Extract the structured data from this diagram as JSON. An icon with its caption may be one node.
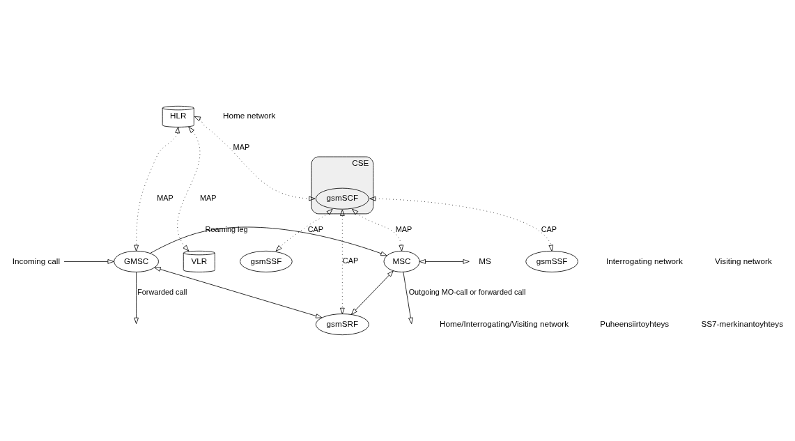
{
  "diagram": {
    "nodes": [
      {
        "text": [
          "HLR"
        ]
      },
      {
        "text": [
          "CSE"
        ]
      },
      {
        "text": [
          "gsmSCF"
        ],
        "in": 1
      },
      {
        "text": [
          "gsmSSF"
        ]
      },
      {
        "text": [
          "GMSC"
        ]
      },
      {
        "text": [
          "VLR"
        ]
      },
      {
        "text": [
          "gsmSSF"
        ]
      },
      {
        "text": [
          "MSC"
        ]
      },
      {
        "text": [
          "gsmSRF"
        ]
      },
      {
        "text": [
          "Incoming call"
        ]
      },
      {
        "text": [
          "MS"
        ]
      }
    ],
    "edges": [
      {
        "from": 0,
        "to": 2,
        "arrow": "both",
        "label": "MAP",
        "style": "dashed"
      },
      {
        "from": 0,
        "to": 5,
        "arrow": "both",
        "label": "MAP",
        "style": "dashed"
      },
      {
        "from": 2,
        "to": 3,
        "arrow": "both",
        "label": "CAP",
        "style": "dashed"
      },
      {
        "from": 0,
        "to": 4,
        "arrow": "both",
        "label": "MAP",
        "style": "dashed"
      },
      {
        "from": 2,
        "to": 8,
        "arrow": "both",
        "label": "CAP",
        "style": "dashed"
      },
      {
        "from": 2,
        "to": 7,
        "arrow": "both",
        "label": "MAP",
        "style": "dashed"
      },
      {
        "from": 2,
        "to": 6,
        "arrow": "both",
        "label": "CAP",
        "style": "dashed"
      },
      {
        "from": 9,
        "to": 4,
        "arrow": "to"
      },
      {
        "from": 4,
        "to": 7,
        "arrow": "to",
        "label": "Roaming leg"
      },
      {
        "from": 7,
        "to": 10,
        "arrow": "both"
      },
      {
        "from": 4,
        "to": null,
        "arrow": "to",
        "label": "Forwarded call"
      },
      {
        "from": 7,
        "to": null,
        "arrow": "to",
        "label": "Outgoing MO-call or forwarded call"
      },
      {
        "from": 4,
        "to": 8,
        "arrow": "both"
      },
      {
        "from": 7,
        "to": 8,
        "arrow": "both"
      }
    ],
    "labels": [
      "Home network",
      "Interrogating network",
      "Visiting network",
      "Home/Interrogating/Visiting network"
    ],
    "legend": [
      {
        "text": "Puheensiirtoyhteys"
      },
      {
        "text": "SS7-merkinantoyhteys"
      }
    ]
  }
}
